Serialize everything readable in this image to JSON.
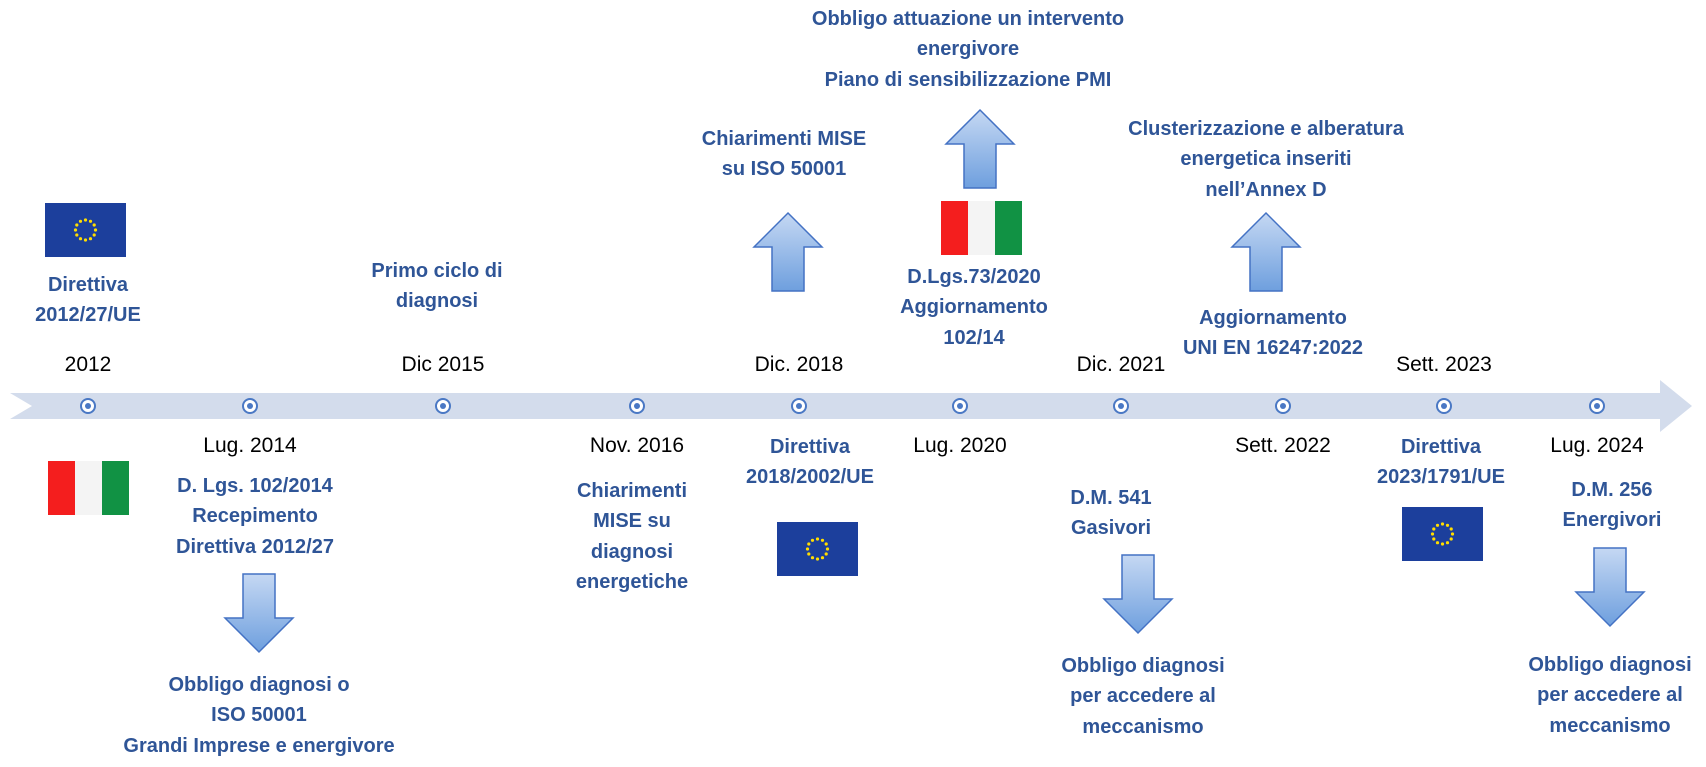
{
  "colors": {
    "text_blue": "#2f5597",
    "arrow_fill_top": "#c5d8f3",
    "arrow_fill_bottom": "#6e9fde",
    "arrow_stroke": "#4472c4",
    "timeline": "#d3dcec",
    "eu_blue": "#1c3f9c",
    "eu_star": "#ffdd00",
    "it_green": "#119244",
    "it_red": "#f41e1e"
  },
  "dates": {
    "d2012": "2012",
    "d2014": "Lug. 2014",
    "d2015": "Dic 2015",
    "d2016": "Nov. 2016",
    "d2018": "Dic. 2018",
    "d2020": "Lug. 2020",
    "d2021": "Dic. 2021",
    "d2022": "Sett. 2022",
    "d2023": "Sett. 2023",
    "d2024": "Lug. 2024"
  },
  "events": {
    "e2012": [
      "Direttiva",
      "2012/27/UE"
    ],
    "e2014": [
      "D. Lgs. 102/2014",
      "Recepimento",
      "Direttiva 2012/27"
    ],
    "e2014_effect": [
      "Obbligo diagnosi o",
      "ISO 50001",
      "Grandi Imprese e energivore"
    ],
    "e2015": [
      "Primo ciclo di",
      "diagnosi"
    ],
    "e2016": [
      "Chiarimenti",
      "MISE su",
      "diagnosi",
      "energetiche"
    ],
    "e2018_dir": [
      "Direttiva",
      "2018/2002/UE"
    ],
    "e2018_mise": [
      "Chiarimenti MISE",
      "su ISO 50001"
    ],
    "e2020": [
      "D.Lgs.73/2020",
      "Aggiornamento",
      "102/14"
    ],
    "e2020_effect": [
      "Obbligo attuazione un intervento",
      "energivore",
      "Piano di sensibilizzazione PMI"
    ],
    "e2021": [
      "D.M. 541",
      "Gasivori"
    ],
    "e2021_effect": [
      "Obbligo diagnosi",
      "per accedere al",
      "meccanismo"
    ],
    "e2022": [
      "Aggiornamento",
      "UNI EN 16247:2022"
    ],
    "e2022_effect": [
      "Clusterizzazione e alberatura",
      "energetica inseriti",
      "nell’Annex D"
    ],
    "e2023": [
      "Direttiva",
      "2023/1791/UE"
    ],
    "e2024": [
      "D.M. 256",
      "Energivori"
    ],
    "e2024_effect": [
      "Obbligo diagnosi",
      "per accedere al",
      "meccanismo"
    ]
  }
}
